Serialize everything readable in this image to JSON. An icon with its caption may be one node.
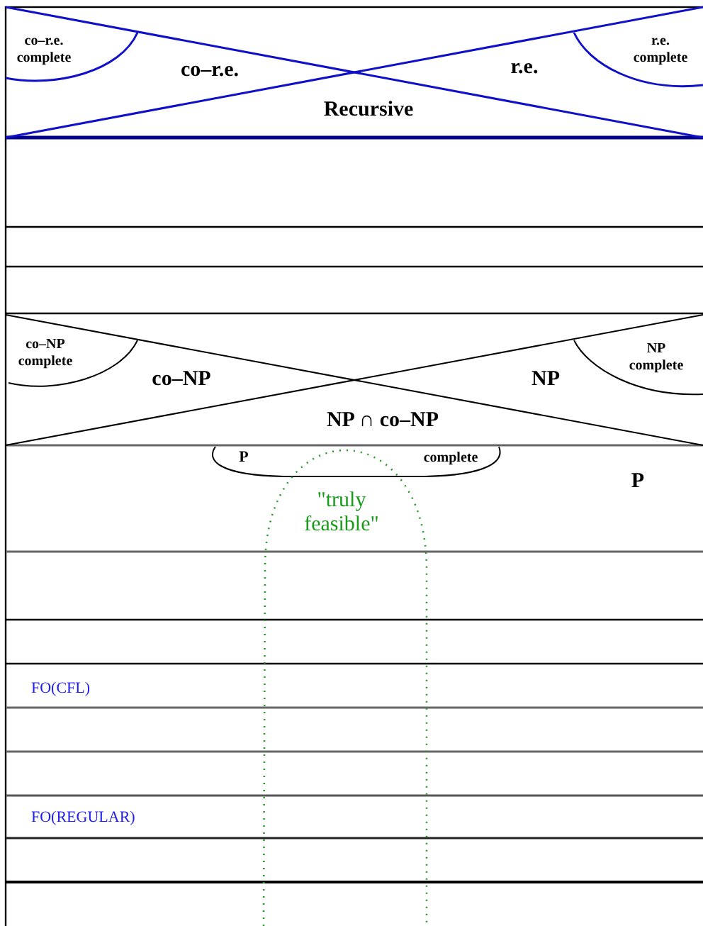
{
  "diagram": {
    "labels": [
      "co–r.e. complete",
      "r.e. complete",
      "co–r.e.",
      "r.e.",
      "Recursive",
      "co–NP complete",
      "NP complete",
      "co–NP",
      "NP",
      "NP ∩ co–NP",
      "P",
      "complete",
      "P",
      "\"truly feasible\"",
      "FO(CFL)",
      "FO(REGULAR)"
    ]
  }
}
